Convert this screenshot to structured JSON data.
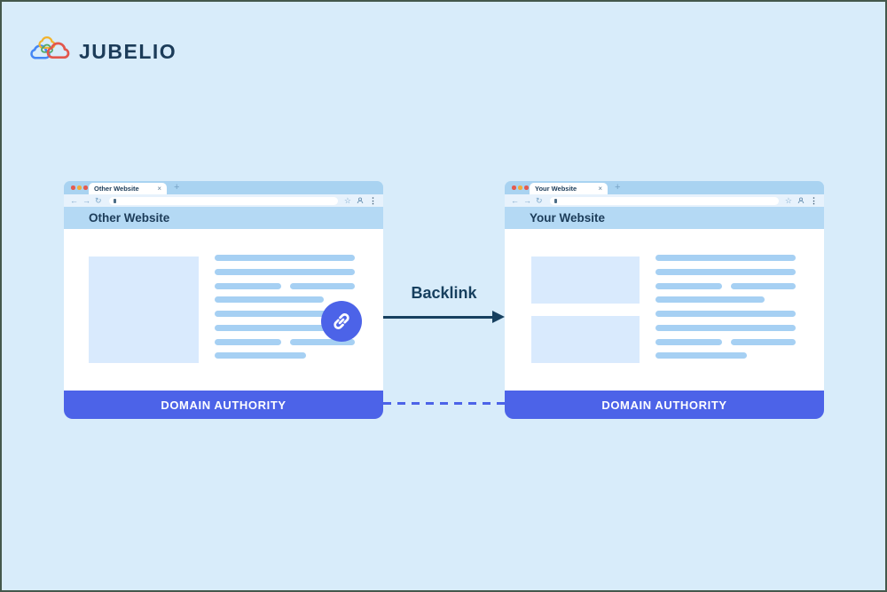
{
  "logo": {
    "brand": "JUBELIO",
    "icon": "jubelio-cloud-logo",
    "text_color": "#1c3c59",
    "cloud_colors": [
      "#4486f4",
      "#f2b32c",
      "#52a86a",
      "#e2574c"
    ]
  },
  "connector": {
    "label": "Backlink",
    "arrow_color": "#17405f",
    "dashed_line_color": "#4c63e8"
  },
  "chrome": {
    "traffic_light_colors": [
      "#e45b4f",
      "#f2ac3a",
      "#e45b4f"
    ],
    "tab_close_glyph": "×",
    "new_tab_glyph": "+",
    "back_glyph": "←",
    "forward_glyph": "→",
    "reload_glyph": "↻",
    "star_glyph": "☆",
    "menu_glyph": "⋮"
  },
  "windows": [
    {
      "tab_title": "Other Website",
      "page_heading": "Other Website",
      "footer_label": "DOMAIN AUTHORITY",
      "has_link_badge": true
    },
    {
      "tab_title": "Your Website",
      "page_heading": "Your Website",
      "footer_label": "DOMAIN AUTHORITY",
      "has_link_badge": false
    }
  ],
  "colors": {
    "background": "#d8ecfa",
    "accent_indigo": "#4c63e8",
    "tab_strip": "#a9d3f1",
    "address_row": "#e7f2fc",
    "header_strip": "#b4d9f4",
    "placeholder": "#d9eafd",
    "text_line_bar": "#a6d0f3",
    "heading_text": "#1c3c59"
  }
}
